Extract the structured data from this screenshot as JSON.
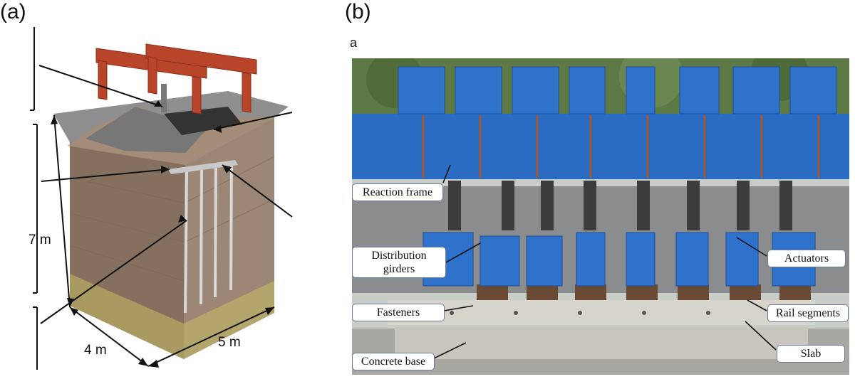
{
  "panel_a": {
    "label": "(a)",
    "dim_depth": "7 m",
    "dim_width": "4 m",
    "dim_length": "5 m"
  },
  "panel_b": {
    "label": "(b)",
    "sub_label": "a",
    "callouts": {
      "reaction_frame": "Reaction frame",
      "distribution_girders_1": "Distribution",
      "distribution_girders_2": "girders",
      "actuators": "Actuators",
      "fasteners": "Fasteners",
      "rail_segments": "Rail segments",
      "concrete_base": "Concrete base",
      "slab": "Slab"
    }
  },
  "colors": {
    "steel_blue": "#2a6bc4",
    "frame_red": "#b8442a",
    "soil_brown": "#8a7060",
    "base_olive": "#a99a62"
  }
}
